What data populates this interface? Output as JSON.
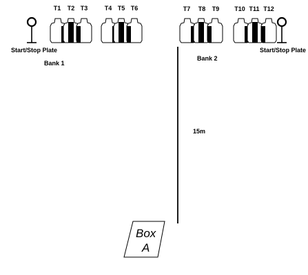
{
  "targets": [
    "T1",
    "T2",
    "T3",
    "T4",
    "T5",
    "T6",
    "T7",
    "T8",
    "T9",
    "T10",
    "T11",
    "T12"
  ],
  "plates": {
    "left_label": "Start/Stop Plate",
    "right_label": "Start/Stop Plate"
  },
  "banks": {
    "bank1": "Bank 1",
    "bank2": "Bank 2"
  },
  "distance_label": "15m",
  "box": {
    "line1": "Box",
    "line2": "A"
  }
}
